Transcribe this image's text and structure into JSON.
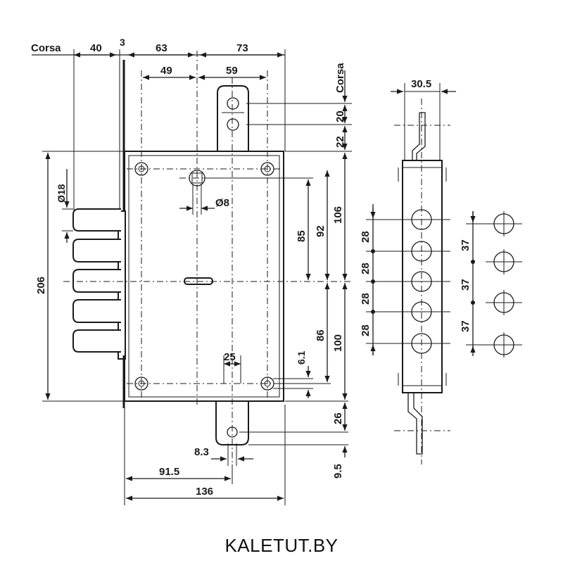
{
  "labels": {
    "corsa_top": "Corsa",
    "corsa_side": "Corsa",
    "d_40": "40",
    "d_3": "3",
    "d_63": "63",
    "d_73": "73",
    "d_49": "49",
    "d_59": "59",
    "d_20": "20",
    "d_22": "22",
    "d_phi18": "Ø18",
    "d_phi8": "Ø8",
    "d_206": "206",
    "d_85": "85",
    "d_92": "92",
    "d_106": "106",
    "d_86": "86",
    "d_100": "100",
    "d_61": "6.1",
    "d_25": "25",
    "d_26": "26",
    "d_95": "9.5",
    "d_83": "8.3",
    "d_915": "91.5",
    "d_136": "136",
    "d_305": "30.5",
    "d_28a": "28",
    "d_28b": "28",
    "d_28c": "28",
    "d_28d": "28",
    "d_37a": "37",
    "d_37b": "37",
    "d_37c": "37"
  },
  "watermark": "KALETUT.BY"
}
